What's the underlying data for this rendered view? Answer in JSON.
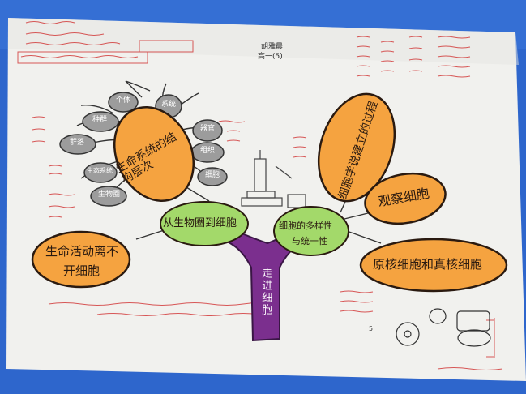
{
  "title": "胡雅晨",
  "subtitle": "高一(5)",
  "trunk_label": "走进细胞",
  "center_left": "从生物圈到细胞",
  "center_right_line1": "细胞的多样性",
  "center_right_line2": "与统一性",
  "left_top": "生命系统的结构层次",
  "left_bottom_line1": "生命活动离不",
  "left_bottom_line2": "开细胞",
  "right_top": "细胞学说建立的过程",
  "right_middle": "观察细胞",
  "right_bottom": "原核细胞和真核细胞",
  "levels": [
    "个体",
    "种群",
    "群落",
    "生态系统",
    "生物圈",
    "系统",
    "器官",
    "组织",
    "细胞"
  ],
  "page_number": "5"
}
